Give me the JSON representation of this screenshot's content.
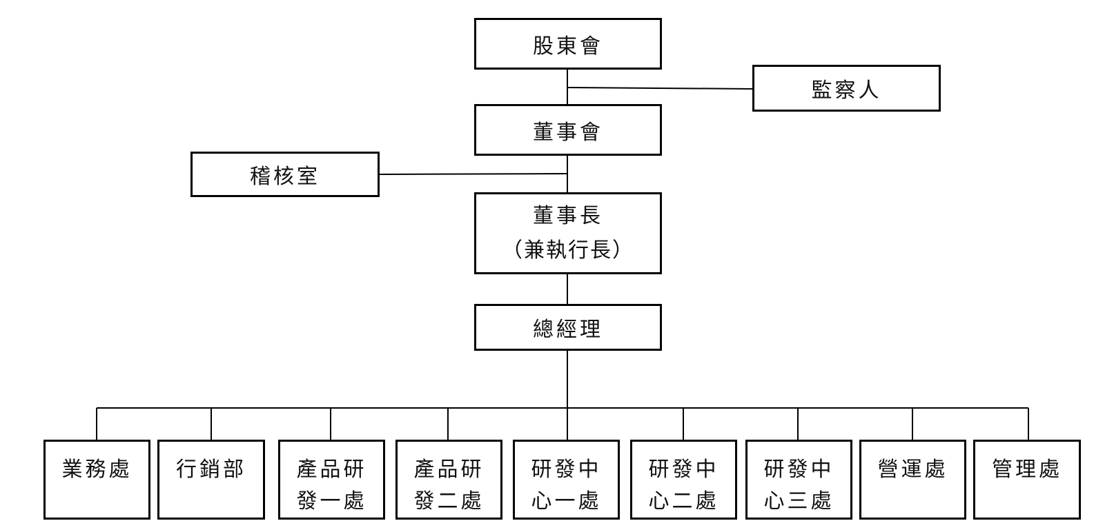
{
  "org_chart": {
    "shareholders": "股東會",
    "supervisor": "監察人",
    "board": "董事會",
    "audit": "稽核室",
    "chairman": {
      "line1": "董事長",
      "line2": "（兼執行長）"
    },
    "general_manager": "總經理",
    "departments": [
      {
        "line1": "業務處"
      },
      {
        "line1": "行銷部"
      },
      {
        "line1": "產品研",
        "line2": "發一處"
      },
      {
        "line1": "產品研",
        "line2": "發二處"
      },
      {
        "line1": "研發中",
        "line2": "心一處"
      },
      {
        "line1": "研發中",
        "line2": "心二處"
      },
      {
        "line1": "研發中",
        "line2": "心三處"
      },
      {
        "line1": "營運處"
      },
      {
        "line1": "管理處"
      }
    ]
  }
}
